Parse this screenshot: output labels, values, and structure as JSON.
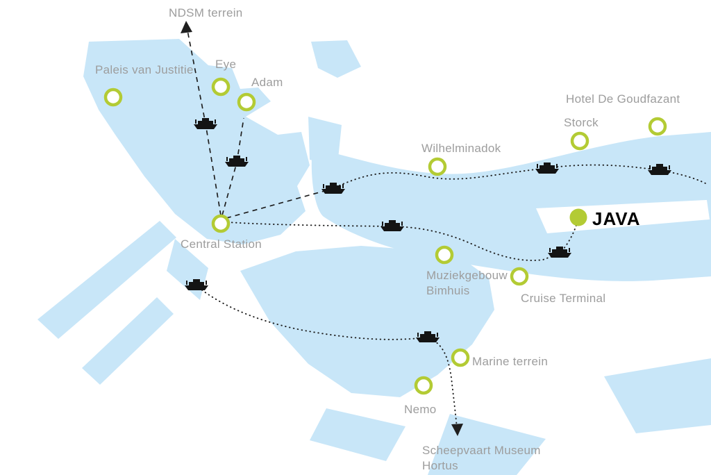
{
  "colors": {
    "water": "#c8e6f8",
    "marker_ring": "#b3cb34",
    "label_text": "#9d9d9d",
    "route": "#1f1f1f",
    "highlight_text": "#000000"
  },
  "stations": [
    {
      "id": "paleis-van-justitie",
      "label": "Paleis van Justitie"
    },
    {
      "id": "eye",
      "label": "Eye"
    },
    {
      "id": "adam",
      "label": "Adam"
    },
    {
      "id": "hotel-de-goudfazant",
      "label": "Hotel De Goudfazant"
    },
    {
      "id": "storck",
      "label": "Storck"
    },
    {
      "id": "wilhelminadok",
      "label": "Wilhelminadok"
    },
    {
      "id": "central-station",
      "label": "Central Station"
    },
    {
      "id": "muziekgebouw-bimhuis",
      "label_line1": "Muziekgebouw",
      "label_line2": "Bimhuis"
    },
    {
      "id": "cruise-terminal",
      "label": "Cruise Terminal"
    },
    {
      "id": "marine-terrein",
      "label": "Marine terrein"
    },
    {
      "id": "nemo",
      "label": "Nemo"
    }
  ],
  "destinations": [
    {
      "id": "ndsm-terrein",
      "label": "NDSM terrein"
    },
    {
      "id": "scheepvaart-museum-hortus",
      "label_line1": "Scheepvaart Museum",
      "label_line2": "Hortus"
    }
  ],
  "highlight_station": {
    "id": "java",
    "label": "JAVA"
  }
}
